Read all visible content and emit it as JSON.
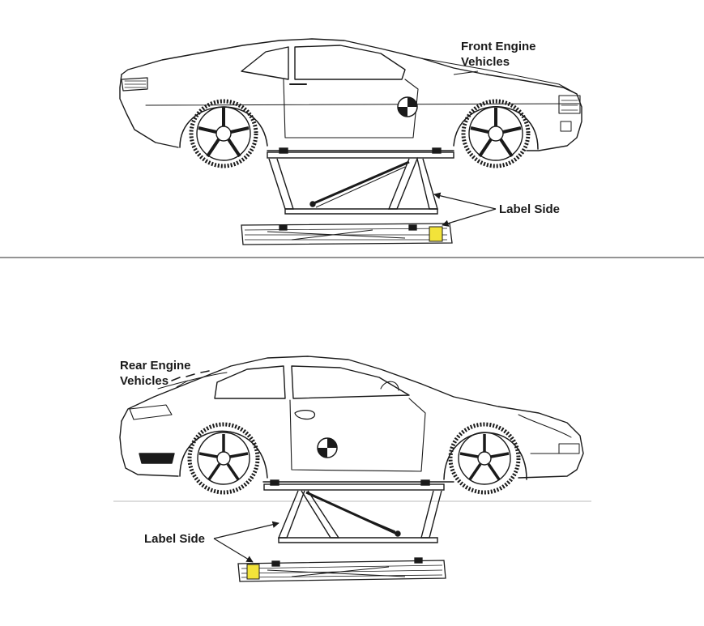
{
  "labels": {
    "front_engine": [
      "Front Engine",
      "Vehicles"
    ],
    "rear_engine": [
      "Rear Engine",
      "Vehicles"
    ],
    "label_side_top": "Label Side",
    "label_side_bottom": "Label Side"
  },
  "colors": {
    "line": "#1a1a1a",
    "label_patch": "#f2e33a",
    "divider": "#555555"
  }
}
